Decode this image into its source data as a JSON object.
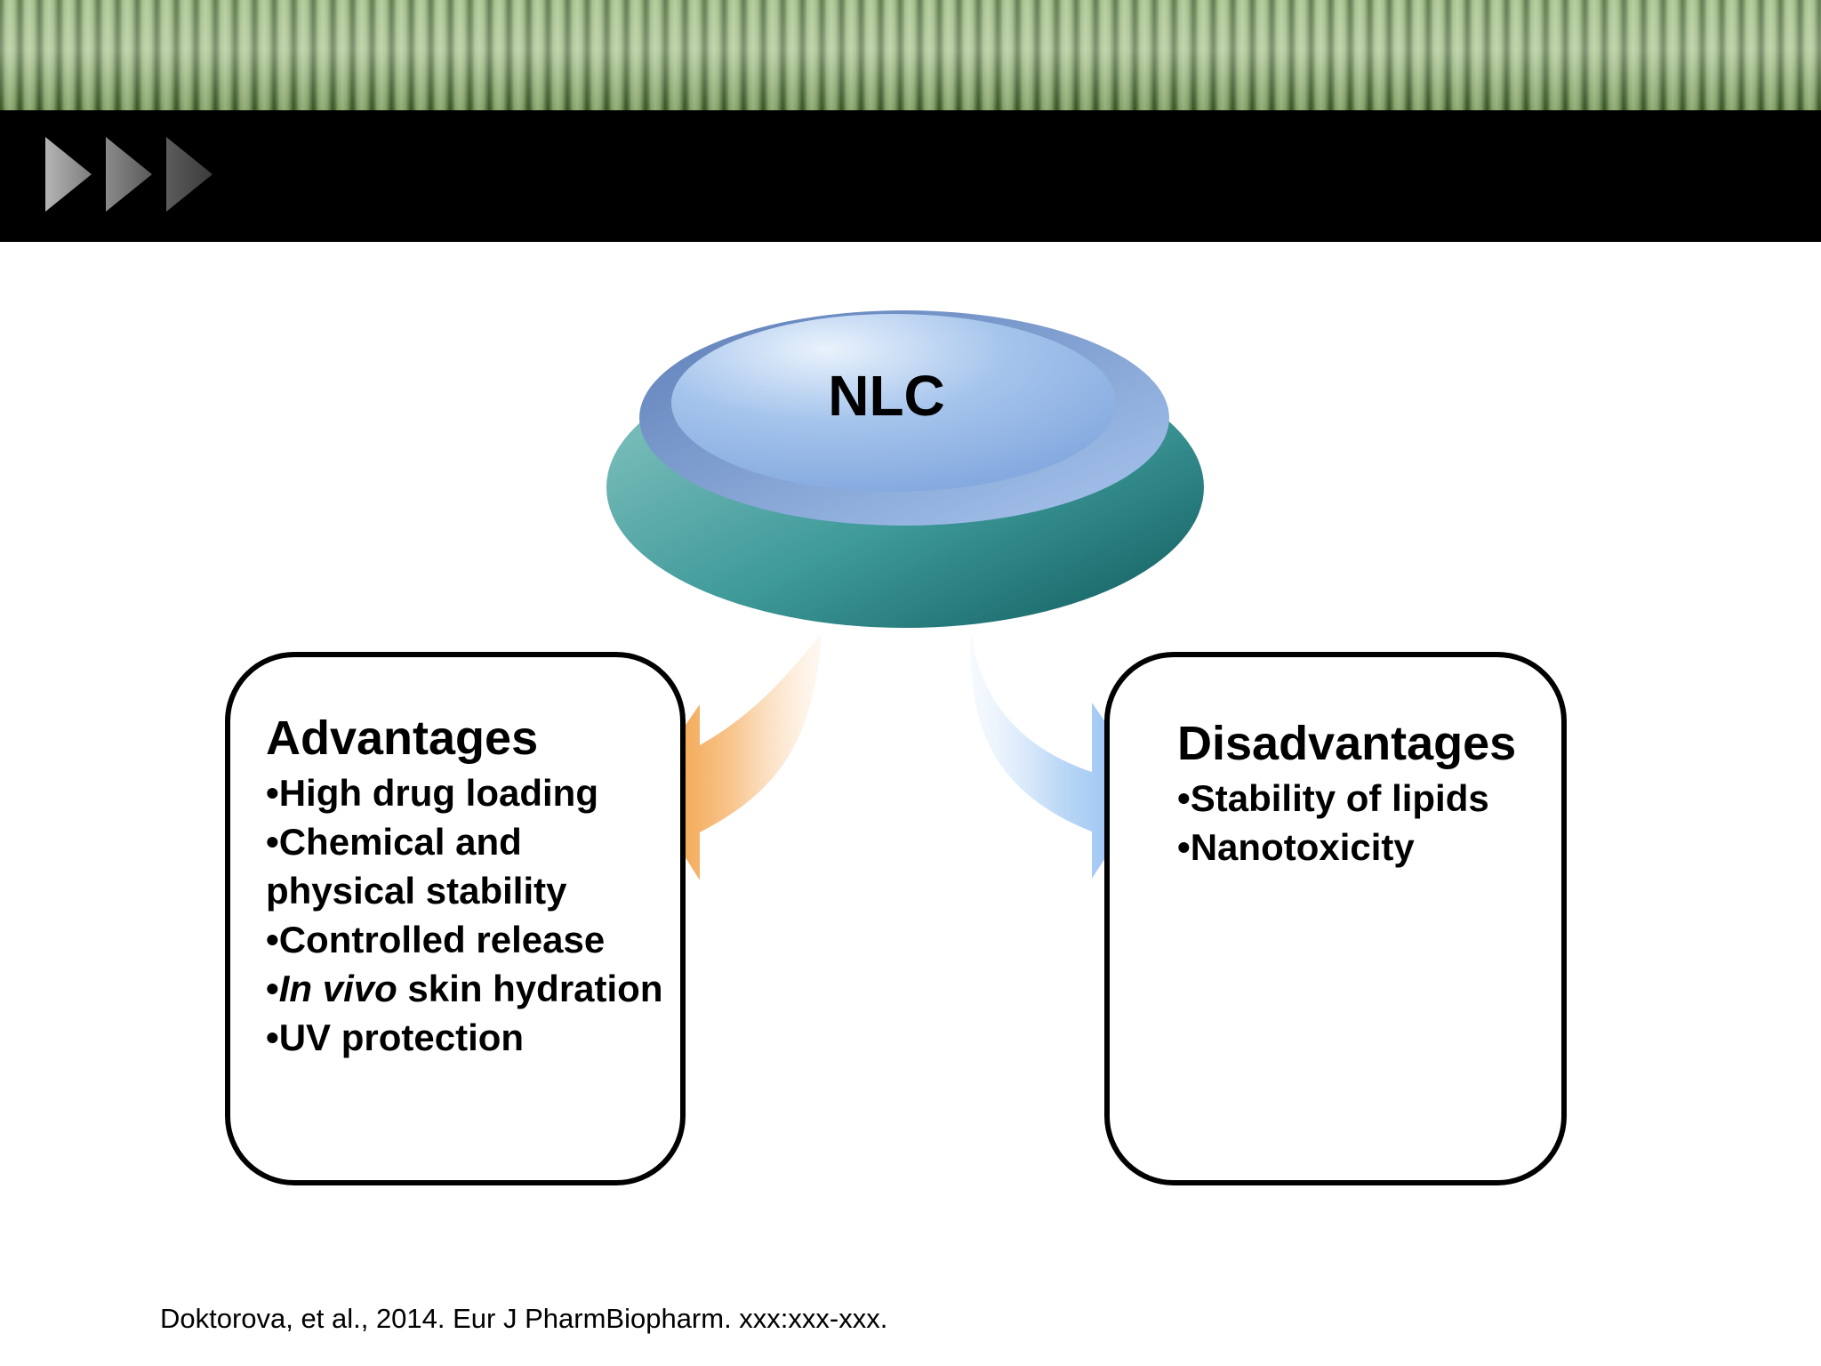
{
  "diagram": {
    "central_node": {
      "label": "NLC"
    },
    "advantages": {
      "title": "Advantages",
      "items": [
        {
          "bullet": "•",
          "italic": "",
          "text": "High drug loading"
        },
        {
          "bullet": "•",
          "italic": "",
          "text": "Chemical and physical stability"
        },
        {
          "bullet": "•",
          "italic": "",
          "text": "Controlled release"
        },
        {
          "bullet": "•",
          "italic": "In vivo",
          "text": " skin hydration"
        },
        {
          "bullet": "•",
          "italic": "",
          "text": "UV protection"
        }
      ]
    },
    "disadvantages": {
      "title": "Disadvantages",
      "items": [
        {
          "bullet": "•",
          "text": "Stability of lipids"
        },
        {
          "bullet": "•",
          "text": "Nanotoxicity"
        }
      ]
    }
  },
  "citation": "Doktorova, et al., 2014. Eur J PharmBiopharm. xxx:xxx-xxx.",
  "colors": {
    "header_bar": "#000000",
    "stripe_green": "#8fb072",
    "disk_top": "#9fc0ea",
    "disk_base": "#3f9a9a",
    "arrow_left": "#f29a3a",
    "arrow_right": "#8dbdf0"
  },
  "icons": {
    "header_decoration": "triple-chevron-right-icon"
  }
}
